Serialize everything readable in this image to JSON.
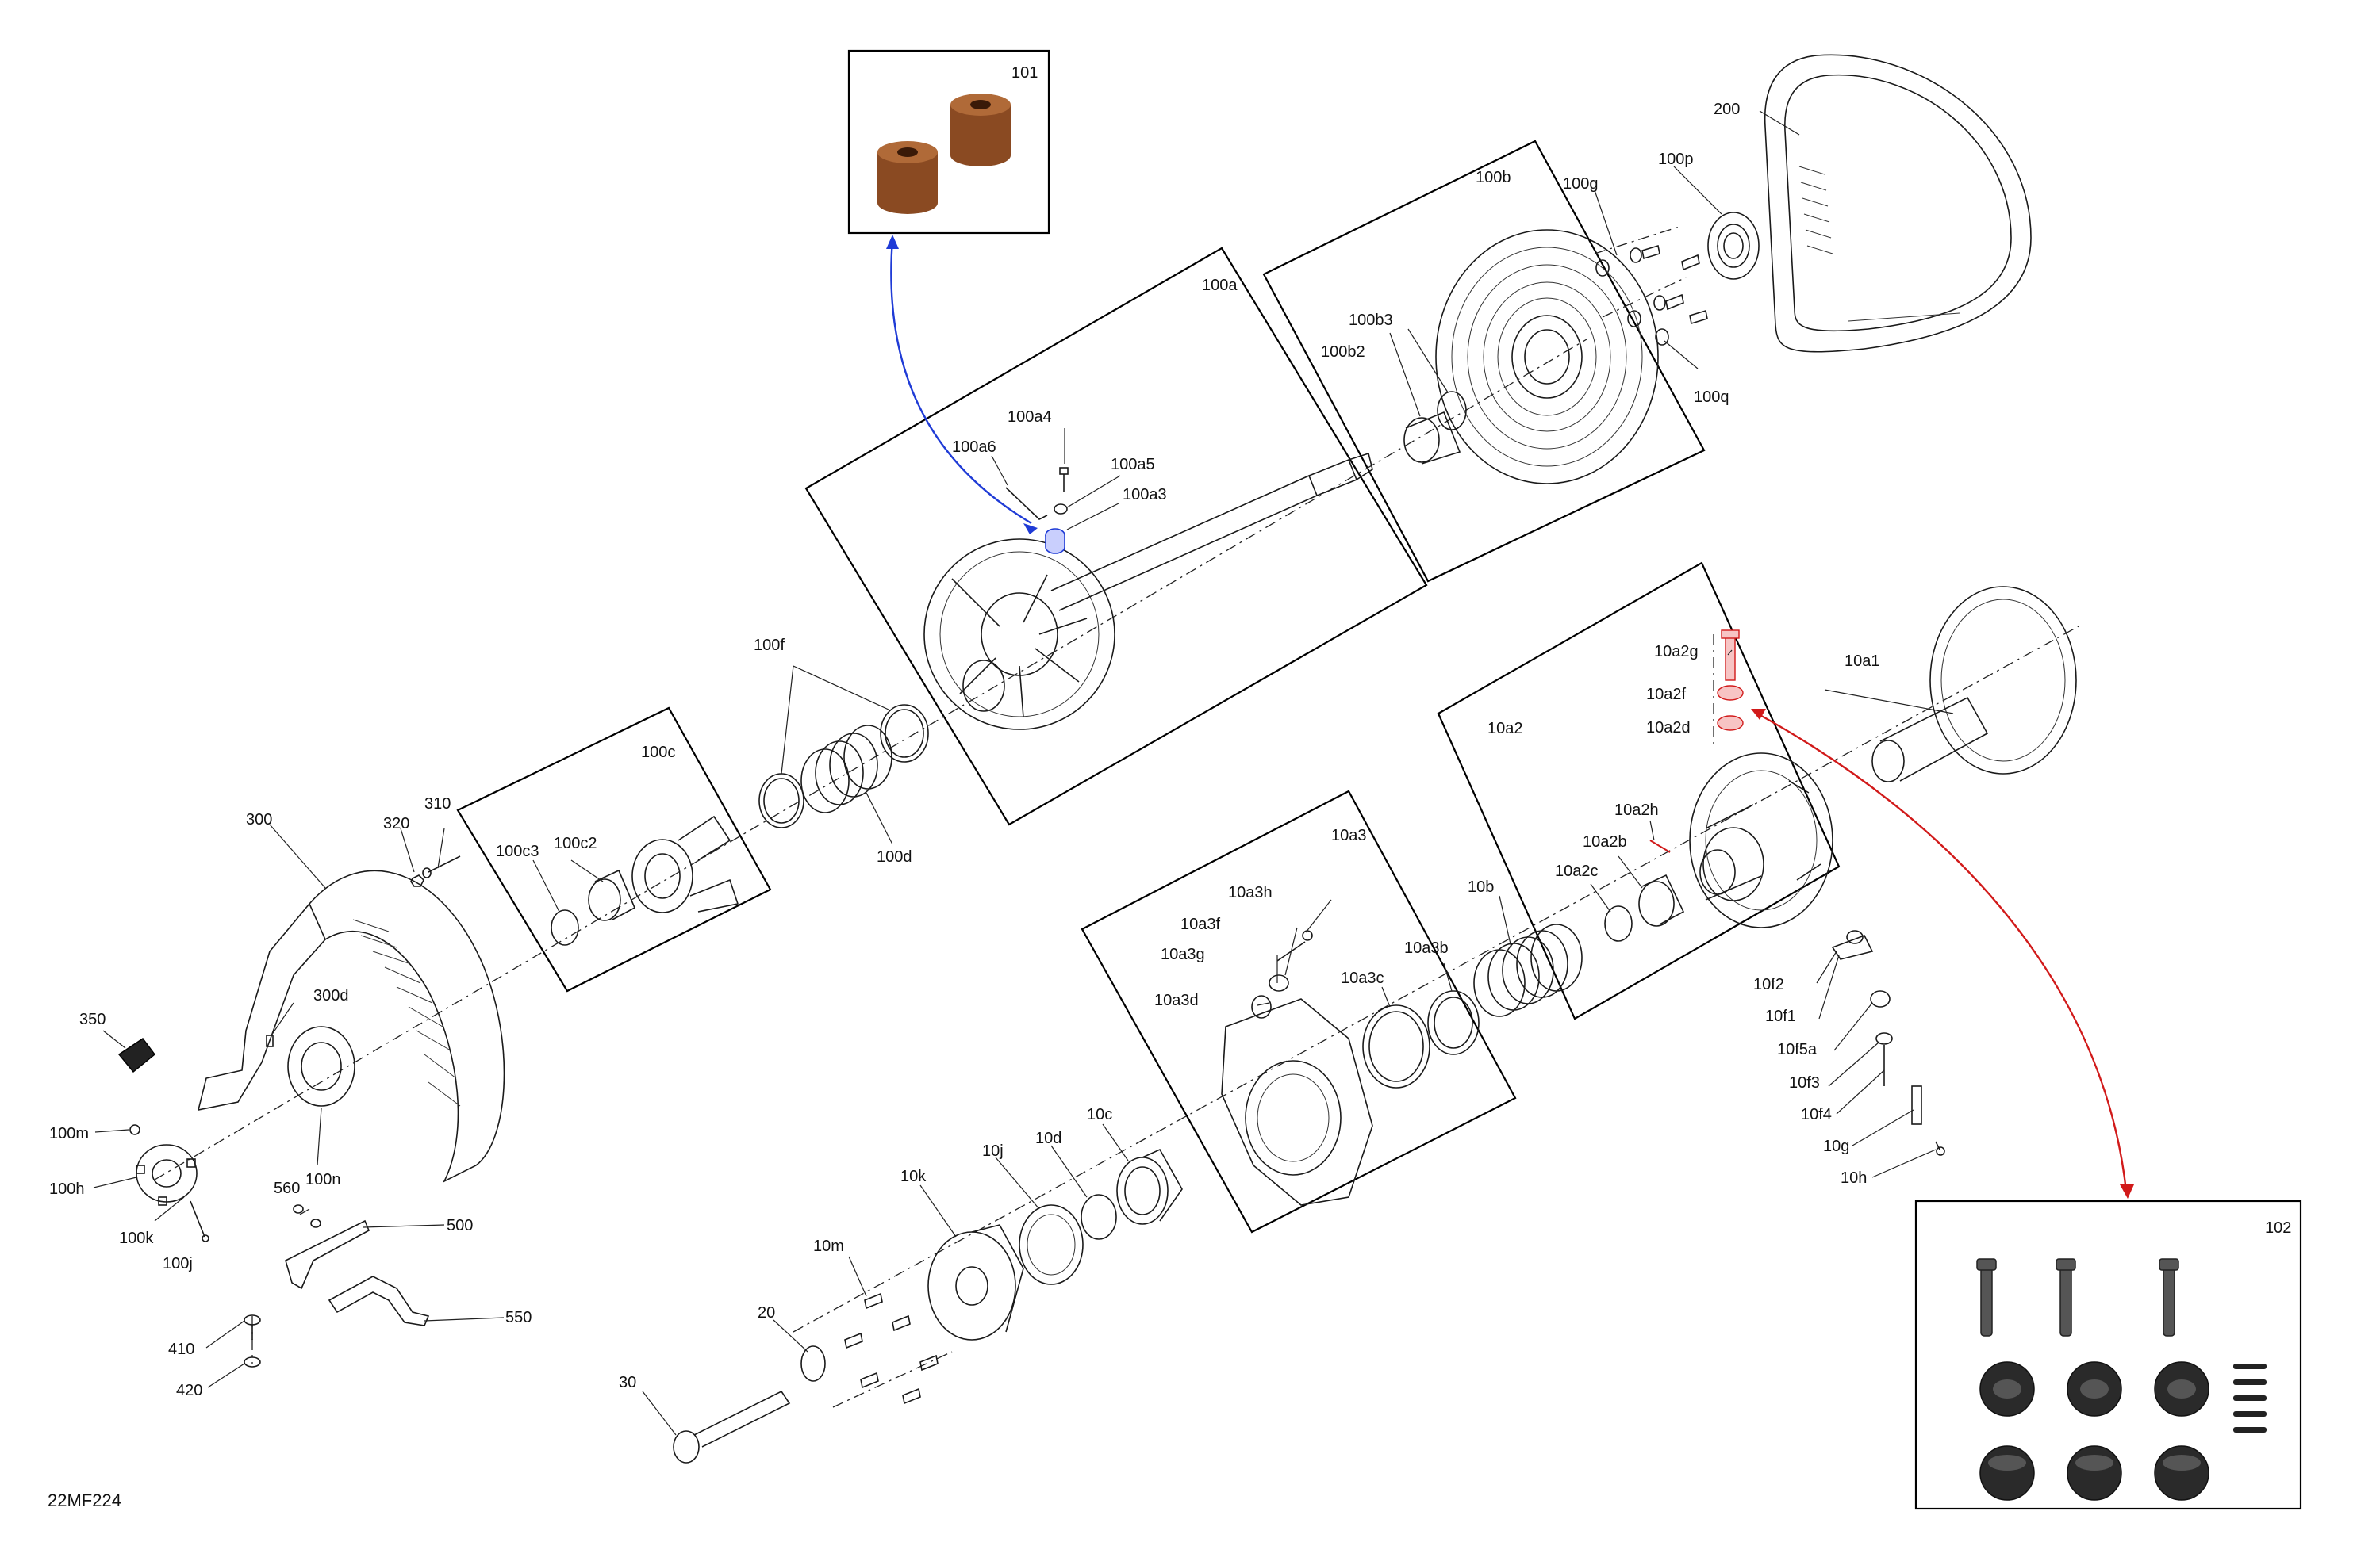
{
  "diagram_code": "22MF224",
  "accent_colors": {
    "blue_callout": "#1f3bd6",
    "red_callout": "#d11a1a",
    "bushing": "#9b5a2e"
  },
  "labels": {
    "l101": "101",
    "l102": "102",
    "l200": "200",
    "l100a": "100a",
    "l100b": "100b",
    "l100c": "100c",
    "l100g": "100g",
    "l100p": "100p",
    "l100q": "100q",
    "l100b2": "100b2",
    "l100b3": "100b3",
    "l100a3": "100a3",
    "l100a4": "100a4",
    "l100a5": "100a5",
    "l100a6": "100a6",
    "l100f": "100f",
    "l100d": "100d",
    "l100c2": "100c2",
    "l100c3": "100c3",
    "l300": "300",
    "l300d": "300d",
    "l310": "310",
    "l320": "320",
    "l350": "350",
    "l100m": "100m",
    "l100h": "100h",
    "l100k": "100k",
    "l100j": "100j",
    "l100n": "100n",
    "l560": "560",
    "l500": "500",
    "l550": "550",
    "l410": "410",
    "l420": "420",
    "l10a1": "10a1",
    "l10a2": "10a2",
    "l10a2g": "10a2g",
    "l10a2f": "10a2f",
    "l10a2d": "10a2d",
    "l10a2h": "10a2h",
    "l10a2b": "10a2b",
    "l10a2c": "10a2c",
    "l10a3": "10a3",
    "l10a3h": "10a3h",
    "l10a3f": "10a3f",
    "l10a3g": "10a3g",
    "l10a3d": "10a3d",
    "l10a3c": "10a3c",
    "l10a3b": "10a3b",
    "l10b": "10b",
    "l10f2": "10f2",
    "l10f1": "10f1",
    "l10f5a": "10f5a",
    "l10f3": "10f3",
    "l10f4": "10f4",
    "l10g": "10g",
    "l10h": "10h",
    "l10k": "10k",
    "l10j": "10j",
    "l10d": "10d",
    "l10c": "10c",
    "l10m": "10m",
    "l20": "20",
    "l30": "30"
  }
}
